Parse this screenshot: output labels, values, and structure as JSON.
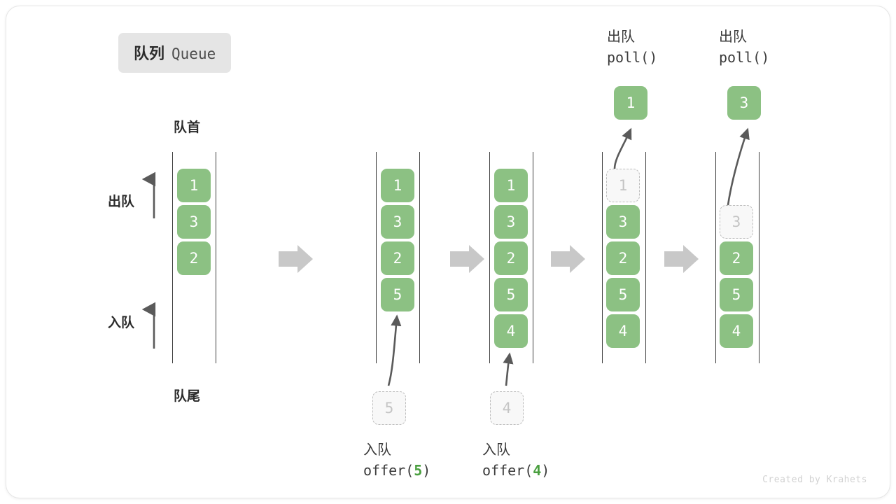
{
  "title": {
    "cn": "队列",
    "en": "Queue"
  },
  "labels": {
    "head": "队首",
    "tail": "队尾",
    "dequeue": "出队",
    "enqueue": "入队"
  },
  "credit": "Created by Krahets",
  "colors": {
    "element_fill": "#8cc183",
    "element_text": "#ffffff",
    "ghost_fill": "#f8f8f8",
    "ghost_border": "#bdbdbd",
    "ghost_text": "#c4c4c4",
    "rail": "#3f3f3f",
    "step_arrow": "#c8c8c8",
    "accent_code": "#4a9f3f",
    "badge_bg": "#e5e5e5",
    "card_border": "#e6e6e6"
  },
  "stages": [
    {
      "name": "initial",
      "queue": [
        "1",
        "3",
        "2"
      ],
      "ghost_index": -1,
      "incoming": null,
      "popped": null,
      "caption_top": null,
      "caption_bottom": null
    },
    {
      "name": "after-offer-5",
      "queue": [
        "1",
        "3",
        "2",
        "5"
      ],
      "ghost_index": -1,
      "incoming": "5",
      "popped": null,
      "caption_top": null,
      "caption_bottom": {
        "cn": "入队",
        "fn": "offer(",
        "arg": "5",
        "close": ")"
      }
    },
    {
      "name": "after-offer-4",
      "queue": [
        "1",
        "3",
        "2",
        "5",
        "4"
      ],
      "ghost_index": -1,
      "incoming": "4",
      "popped": null,
      "caption_top": null,
      "caption_bottom": {
        "cn": "入队",
        "fn": "offer(",
        "arg": "4",
        "close": ")"
      }
    },
    {
      "name": "after-poll-1",
      "queue": [
        "1",
        "3",
        "2",
        "5",
        "4"
      ],
      "ghost_index": 0,
      "incoming": null,
      "popped": "1",
      "caption_top": {
        "cn": "出队",
        "fn": "poll()"
      },
      "caption_bottom": null
    },
    {
      "name": "after-poll-3",
      "queue": [
        "",
        "3",
        "2",
        "5",
        "4"
      ],
      "ghost_index": 1,
      "incoming": null,
      "popped": "3",
      "caption_top": {
        "cn": "出队",
        "fn": "poll()"
      },
      "caption_bottom": null
    }
  ],
  "step_arrows": 4
}
